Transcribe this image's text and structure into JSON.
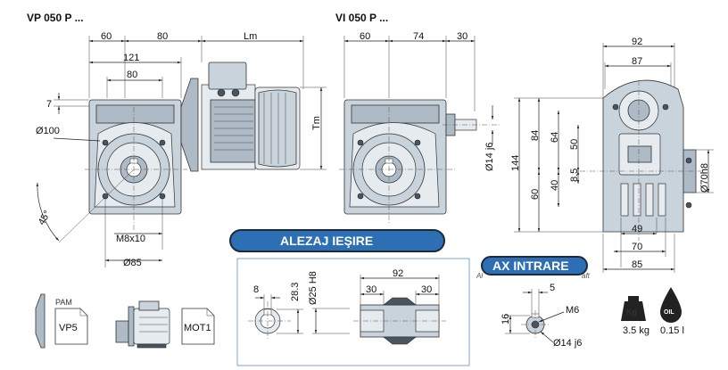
{
  "titles": {
    "vp": "VP 050 P ...",
    "vi": "VI 050 P ..."
  },
  "vp_dims": {
    "d60": "60",
    "d80a": "80",
    "lm": "Lm",
    "d121": "121",
    "d80b": "80",
    "d7": "7",
    "dia100": "Ø100",
    "angle45": "45°",
    "m8x10": "M8x10",
    "dia85": "Ø85",
    "tm": "Tm"
  },
  "vi_dims": {
    "d60": "60",
    "d74": "74",
    "d30": "30",
    "dia14j6": "Ø14 j6"
  },
  "side_dims": {
    "d92": "92",
    "d87": "87",
    "d144": "144",
    "d84": "84",
    "d64": "64",
    "d50": "50",
    "d60": "60",
    "d40": "40",
    "d85a": "8.5",
    "dia70h8": "Ø70h8",
    "d49": "49",
    "d70": "70",
    "d85": "85"
  },
  "banners": {
    "output_bore": "ALEZAJ IEŞIRE",
    "input_shaft": "AX INTRARE",
    "input_shaft_ghost_left": "Al",
    "input_shaft_ghost_right": "aft"
  },
  "bore_dims": {
    "d8": "8",
    "d28_3": "28.3",
    "dia25h8": "Ø25 H8",
    "d92": "92",
    "d30a": "30",
    "d30b": "30"
  },
  "shaft_dims": {
    "d5": "5",
    "m6": "M6",
    "d16": "16",
    "dia14j6": "Ø14 j6"
  },
  "accessories": {
    "pam_label": "PAM",
    "vp5_label": "VP5",
    "mot1_label": "MOT1"
  },
  "specs": {
    "weight_icon_text": "Kg",
    "weight": "3.5 kg",
    "oil_icon_text": "OIL",
    "oil": "0.15 l"
  },
  "colors": {
    "banner_fill": "#2d6fb4",
    "banner_stroke": "#1b2b3a",
    "frame": "#8fb3d6"
  }
}
